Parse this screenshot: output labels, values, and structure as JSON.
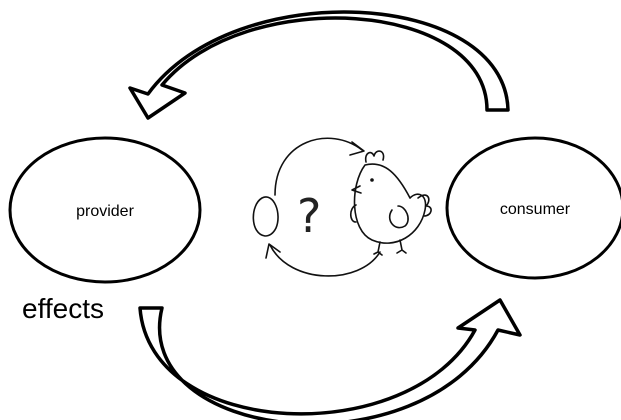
{
  "diagram": {
    "nodes": {
      "provider": {
        "label": "provider"
      },
      "consumer": {
        "label": "consumer"
      }
    },
    "side_label": "effects",
    "center_symbol": "?",
    "center_icon": "chicken-and-egg-icon",
    "arrows": {
      "top": {
        "from": "consumer",
        "to": "provider",
        "style": "hollow-curved"
      },
      "bottom": {
        "from": "provider",
        "to": "consumer",
        "style": "hollow-curved"
      }
    }
  }
}
